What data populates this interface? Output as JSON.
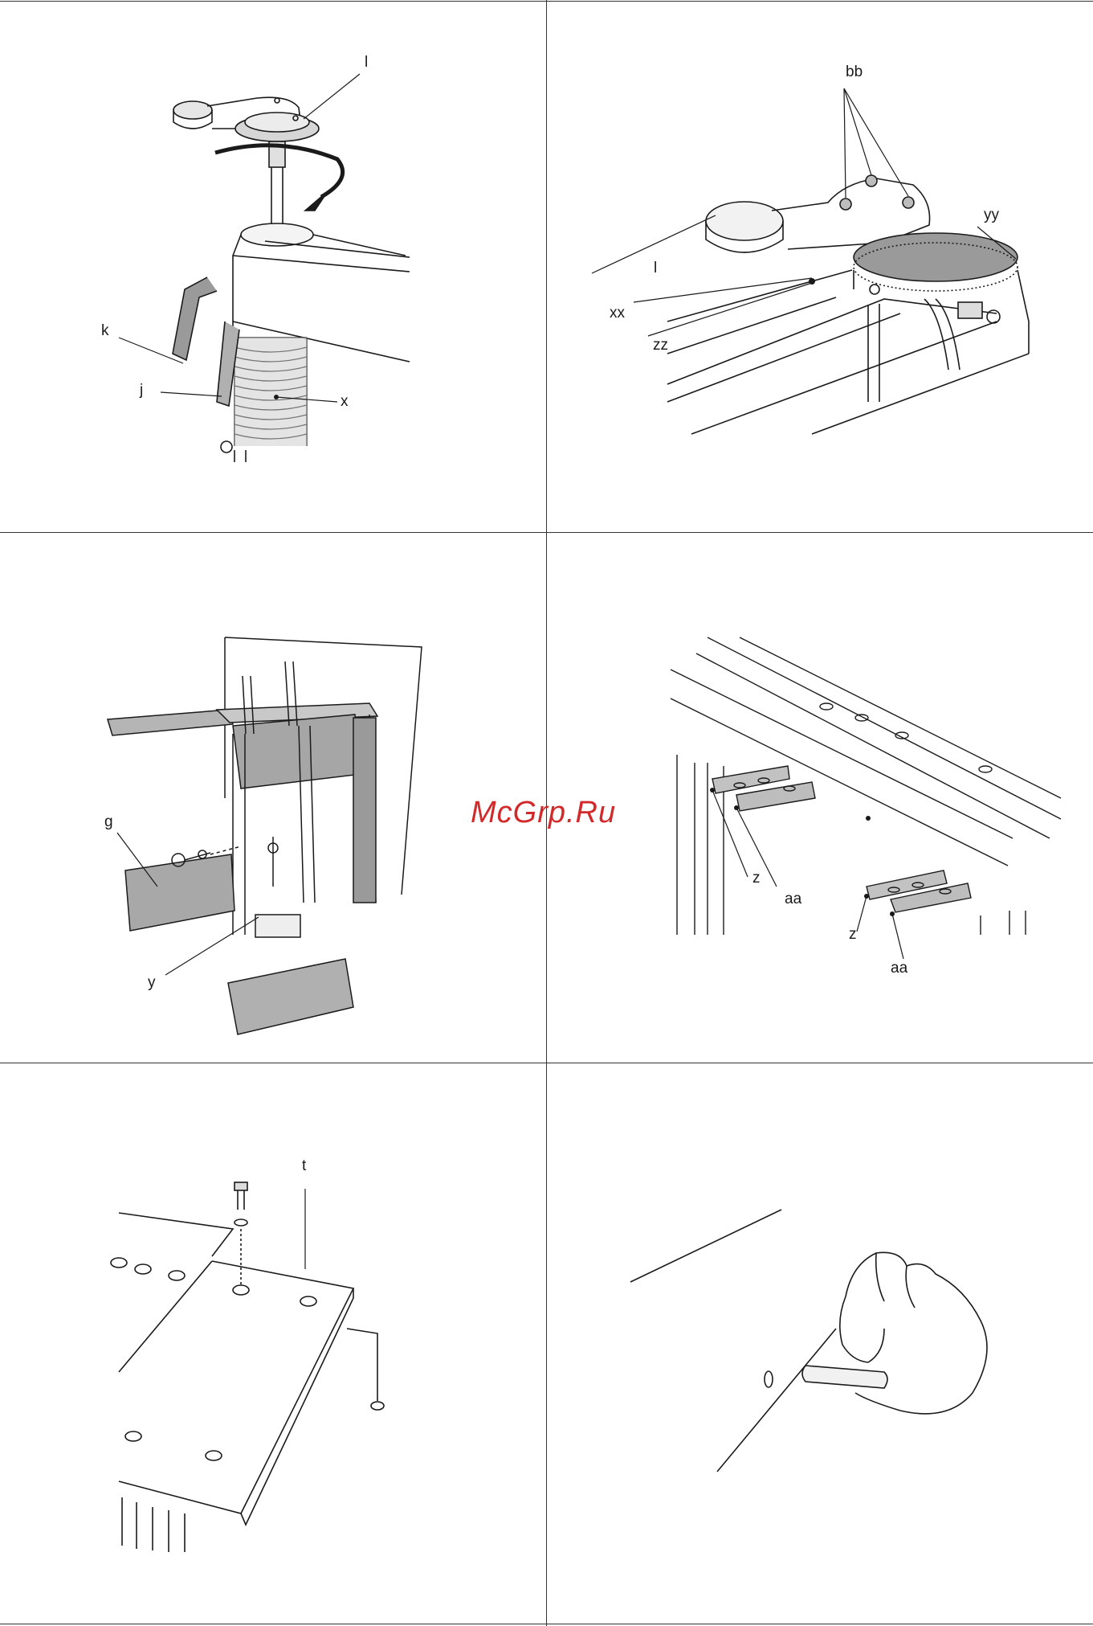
{
  "watermark": "McGrp.Ru",
  "panels": {
    "p1": {
      "labels": {
        "l": "l",
        "k": "k",
        "j": "j",
        "x": "x"
      }
    },
    "p2": {
      "labels": {
        "bb": "bb",
        "yy": "yy",
        "l": "l",
        "xx": "xx",
        "zz": "zz"
      }
    },
    "p3": {
      "labels": {
        "g": "g",
        "y": "y"
      }
    },
    "p4": {
      "labels": {
        "z1": "z",
        "aa1": "aa",
        "z2": "z",
        "aa2": "aa"
      }
    },
    "p5": {
      "labels": {
        "t": "t"
      }
    },
    "p6": {
      "labels": {}
    }
  },
  "colors": {
    "rule": "#333333",
    "ink": "#1a1a1a",
    "shade": "#9a9a9a",
    "watermark": "#d22a2a"
  }
}
